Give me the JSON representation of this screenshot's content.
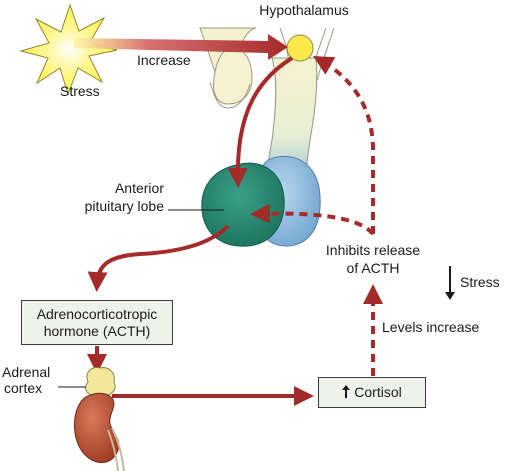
{
  "labels": {
    "hypothalamus": "Hypothalamus",
    "stress_source": "Stress",
    "increase": "Increase",
    "anterior_pituitary_line1": "Anterior",
    "anterior_pituitary_line2": "pituitary lobe",
    "inhibits_line1": "Inhibits release",
    "inhibits_line2": "of ACTH",
    "stress_decrease": "Stress",
    "levels_increase": "Levels increase",
    "adrenal_line1": "Adrenal",
    "adrenal_line2": "cortex"
  },
  "boxes": {
    "acth_line1": "Adrenocorticotropic",
    "acth_line2": "hormone (ACTH)",
    "cortisol": "Cortisol"
  },
  "colors": {
    "arrow_red": "#a52a2a",
    "pituitary_green": "#2e8b74",
    "pituitary_blue": "#7fb0d8",
    "brain_cream": "#f6f2cf",
    "sun_yellow": "#fff24a",
    "adrenal_yellow": "#f3e79a",
    "kidney": "#b5472a"
  }
}
